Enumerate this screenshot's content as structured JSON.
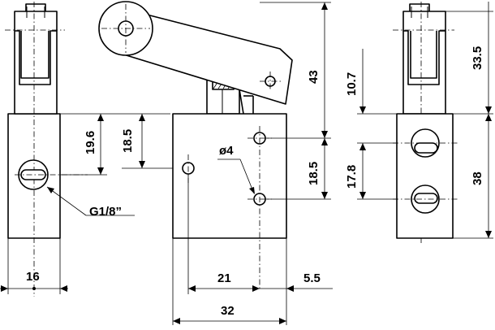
{
  "drawing": {
    "dims": {
      "width_left_view": "16",
      "port_height": "19.6",
      "hole_height": "18.5",
      "thread_label": "G1/8”",
      "hole_diameter": "ø4",
      "hole_spacing": "18.5",
      "lever_height": "43",
      "hole_x": "21",
      "hole_offset": "5.5",
      "body_width": "32",
      "lever_top": "10.7",
      "port_spacing": "17.8",
      "right_height": "33.5",
      "body_height": "38"
    }
  }
}
